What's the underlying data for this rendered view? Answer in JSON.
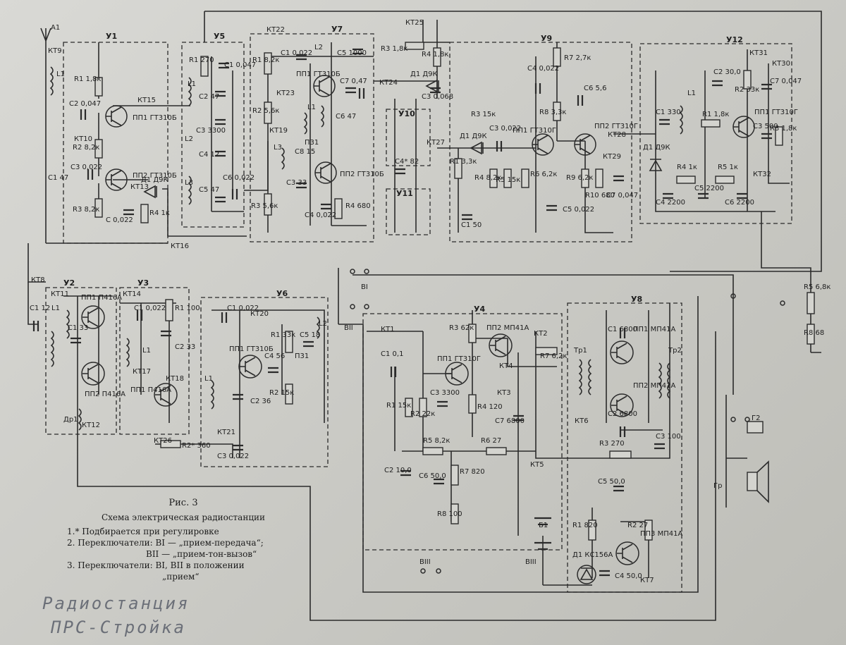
{
  "blocks": [
    "У1",
    "У2",
    "У3",
    "У4",
    "У5",
    "У6",
    "У7",
    "У8",
    "У9",
    "У10",
    "У11",
    "У12"
  ],
  "test_points": [
    "КТ9",
    "КТ10",
    "КТ15",
    "КТ13",
    "КТ16",
    "КТ22",
    "КТ23",
    "КТ19",
    "КТ24",
    "КТ25",
    "КТ27",
    "КТ28",
    "КТ29",
    "КТ31",
    "КТ30",
    "КТ32",
    "КТ8",
    "КТ11",
    "КТ14",
    "КТ17",
    "КТ18",
    "КТ12",
    "КТ20",
    "КТ21",
    "КТ26",
    "КТ1",
    "КТ2",
    "КТ3",
    "КТ4",
    "КТ5",
    "КТ6",
    "КТ7"
  ],
  "transistors": [
    "ПП1 ГТ310Б",
    "ПП2 ГТ310Б",
    "ПП1 ГТ310Б",
    "ПП2 ГТ310Б",
    "ПП1 ГТ310Г",
    "ПП2 ГТ310Г",
    "ПП1 ГТ310Г",
    "ПП1 П416А",
    "ПП2 П416А",
    "ПП1 П416А",
    "ПП1 ГТ310Б",
    "ПП1 ГТ310Г",
    "ПП2 МП41А",
    "ПП1 МП41А",
    "ПП2 МП41А",
    "ПП3 МП41А"
  ],
  "diodes": [
    "Д1 Д9К",
    "Д1 Д9К",
    "Д1 Д9К",
    "Д1 Д9К",
    "Д1 КС156А"
  ],
  "components": {
    "u1": [
      "R1 1,8к",
      "C2 0,047",
      "R2 8,2к",
      "C3 0,022",
      "C1 47",
      "R3 8,2к",
      "C 0,022",
      "R4 1к",
      "L1"
    ],
    "u5": [
      "R1 270",
      "C1 0,047",
      "C2 47",
      "C3 3300",
      "C4 12",
      "C5 47",
      "C6 0,022",
      "L1",
      "L2",
      "L3"
    ],
    "u7": [
      "R1 8,2к",
      "C1 0,022",
      "C5 1000",
      "C7 0,47",
      "R2 5,6к",
      "C6 47",
      "C8 15",
      "C3 33",
      "R3 5,6к",
      "C4 0,022",
      "R4 680",
      "L1",
      "L2",
      "L3",
      "П31"
    ],
    "links": [
      "R3 1,8к",
      "R4 1,8к",
      "C3 0,068",
      "C4* 82",
      "C1 50"
    ],
    "u9": [
      "C4 0,022",
      "R7 2,7к",
      "C6 5,6",
      "R3 15к",
      "C3 0,022",
      "R8 3,3к",
      "R1 3,3к",
      "R4 8,2к",
      "R5 15к",
      "R6 6,2к",
      "R9 6,2к",
      "R10 680",
      "C7 0,047",
      "C5 0,022"
    ],
    "u12": [
      "C2 30,0",
      "R2 33к",
      "C7 0,047",
      "C1 330",
      "R1 1,8к",
      "C3 500",
      "R3 1,8к",
      "R4 1к",
      "R5 1к",
      "C4 2200",
      "C5 2200",
      "C6 2200",
      "L1"
    ],
    "u2": [
      "C1 12",
      "L1",
      "C1 33",
      "Др1"
    ],
    "u3": [
      "C1 0,022",
      "R1 100",
      "C2 33",
      "L1"
    ],
    "u6": [
      "C1 0,022",
      "R1 33к",
      "C5 18",
      "C4 56",
      "C2 36",
      "R2 15к",
      "C3 0,022",
      "R2* 360",
      "L1",
      "L2",
      "П31"
    ],
    "u4": [
      "C1 0,1",
      "R3 62к",
      "R1 15к",
      "R2 22к",
      "C3 3300",
      "R4 120",
      "R7 6,2к",
      "C7 6800",
      "R5 8,2к",
      "R6 27",
      "C2 10,0",
      "C6 50,0",
      "R7 820",
      "R8 100"
    ],
    "u8": [
      "C1 6800",
      "C2 6800",
      "Тр1",
      "Тр2",
      "R3 270",
      "C3 100",
      "C5 50,0",
      "R1 820",
      "R2 27",
      "C4 50,0"
    ],
    "other": [
      "R5 6,8к",
      "R8 68",
      "Г2",
      "Гр",
      "Б1",
      "ВIII",
      "А1"
    ]
  },
  "switches": [
    "ВI",
    "ВII",
    "ВIII"
  ],
  "caption": {
    "title": "Рис. 3",
    "subtitle": "Схема электрическая радиостанции",
    "note1": "1.* Подбирается при регулировке",
    "note2a": "2. Переключатели: ВI — „прием-передача“;",
    "note2b": "ВII — „прием-тон-вызов“",
    "note3a": "3. Переключатели: ВI, ВII в положении",
    "note3b": "„прием“"
  },
  "handwritten": {
    "line1": "Радиостанция",
    "line2": "ПРС-Стройка"
  }
}
